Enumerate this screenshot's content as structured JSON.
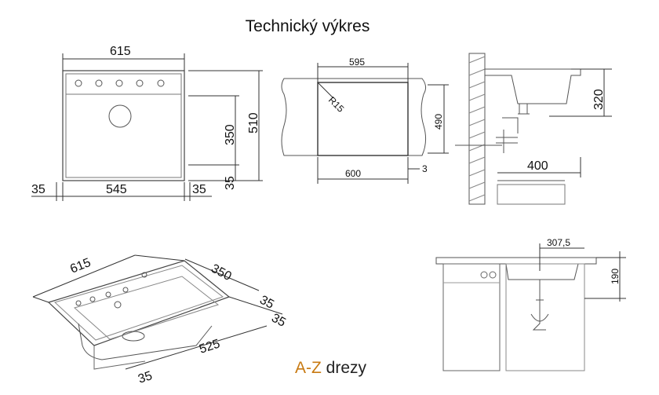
{
  "title": "Technický výkres",
  "brand": {
    "accent": "A-Z",
    "rest": " drezy",
    "accent_color": "#c87a12"
  },
  "top_view": {
    "width": "615",
    "inner": "545",
    "left_margin": "35",
    "right_margin": "35",
    "depth": "510",
    "bowl_depth": "350",
    "front_margin": "35"
  },
  "cutout": {
    "top": "595",
    "bottom": "600",
    "depth": "490",
    "radius": "R15",
    "gap": "3"
  },
  "side_view": {
    "height": "320",
    "distance": "400"
  },
  "iso_view": {
    "width": "615",
    "bowl": "350",
    "margin_a": "35",
    "margin_b": "35",
    "length": "525",
    "margin_c": "35"
  },
  "cabinet_view": {
    "offset": "307,5",
    "depth": "190"
  }
}
